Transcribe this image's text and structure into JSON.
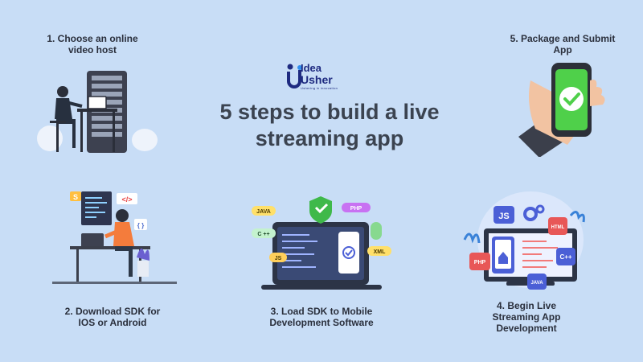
{
  "title": "5 steps to build a live streaming app",
  "title_lines": [
    "5 steps to build a live",
    "streaming app"
  ],
  "brand": {
    "line1": "Idea",
    "line2": "Usher",
    "tagline": "Ushering in innovation"
  },
  "steps": [
    {
      "label": "1. Choose an online video host",
      "lines": [
        "1. Choose an online",
        "video host"
      ]
    },
    {
      "label": "2. Download SDK for IOS or Android",
      "lines": [
        "2. Download SDK for",
        "IOS or Android"
      ]
    },
    {
      "label": "3. Load SDK to Mobile Development Software",
      "lines": [
        "3. Load SDK to Mobile",
        "Development Software"
      ]
    },
    {
      "label": "4. Begin Live Streaming App Development",
      "lines": [
        "4. Begin Live",
        "Streaming App",
        "Development"
      ]
    },
    {
      "label": "5. Package and Submit App",
      "lines": [
        "5. Package and Submit",
        "App"
      ]
    }
  ],
  "tags": {
    "java": "JAVA",
    "php": "PHP",
    "cpp": "C ++",
    "js": "JS",
    "xml": "XML",
    "code": "</>",
    "braces": "{ }",
    "s": "S",
    "js2": "JS",
    "html": "HTML",
    "cpp2": "C++",
    "php2": "PHP",
    "java2": "JAVA"
  },
  "colors": {
    "background": "#c8ddf6",
    "brand_blue": "#1e2a80",
    "accent_green": "#3fb94a",
    "title": "#3b4350"
  }
}
